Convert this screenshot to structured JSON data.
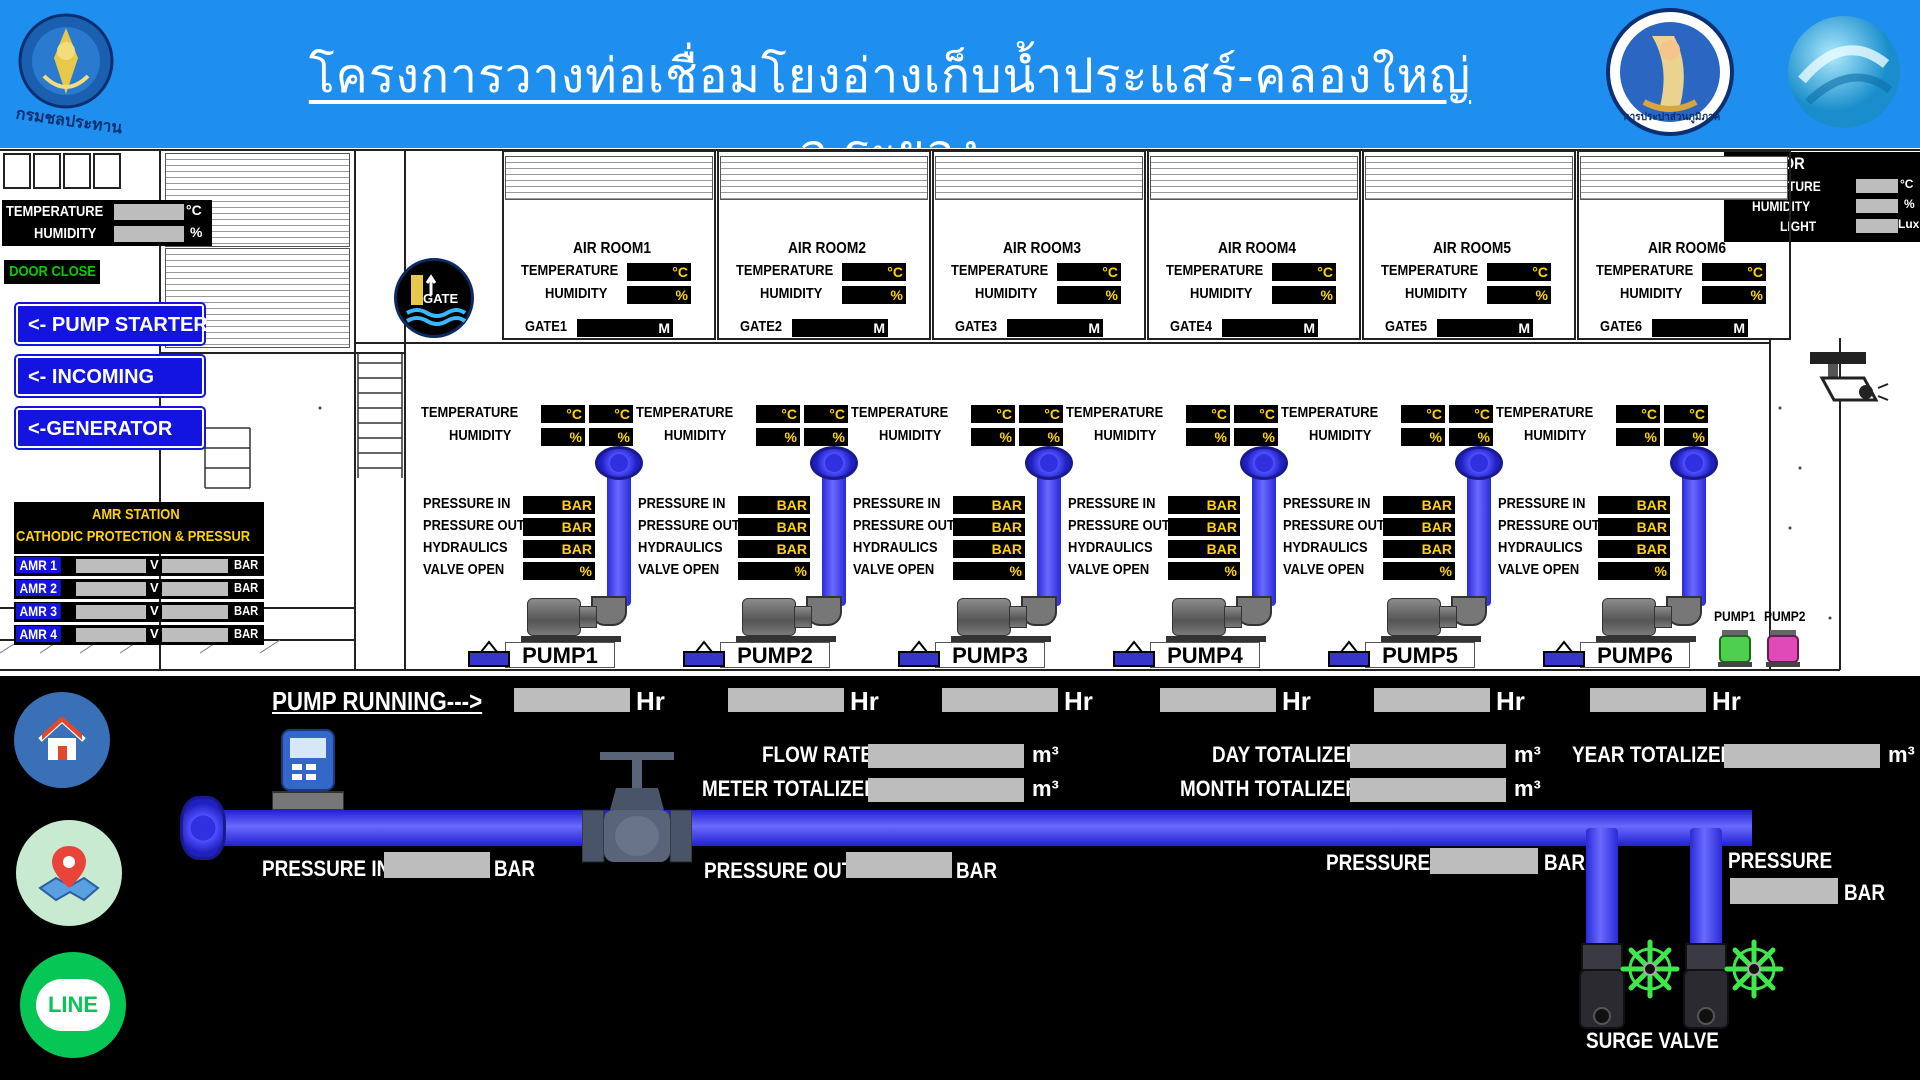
{
  "header": {
    "title": "โครงการวางท่อเชื่อมโยงอ่างเก็บน้ำประแสร์-คลองใหญ่ จ.ระยอง",
    "left_logo_text": "กรมชลประทาน",
    "right_logo_text": "การประปาส่วนภูมิภาค"
  },
  "indoor": {
    "temperature_label": "TEMPERATURE",
    "humidity_label": "HUMIDITY",
    "temp_unit": "°C",
    "hum_unit": "%"
  },
  "door_status": "DOOR CLOSE",
  "nav": {
    "pump_starter": "<- PUMP STARTER",
    "incoming": "<- INCOMING",
    "generator": "<-GENERATOR"
  },
  "gate_icon_label": "GATE",
  "outdoor": {
    "title": "OUTDOOR",
    "temperature_label": "TEMPERATURE",
    "humidity_label": "HUMIDITY",
    "light_label": "LIGHT",
    "temp_unit": "°C",
    "hum_unit": "%",
    "light_unit": "Lux"
  },
  "units": {
    "c": "°C",
    "pct": "%",
    "m": "M",
    "bar": "BAR",
    "v": "V",
    "hr": "Hr",
    "m3": "m³"
  },
  "labels": {
    "temperature": "TEMPERATURE",
    "humidity": "HUMIDITY",
    "pressure_in": "PRESSURE IN",
    "pressure_out": "PRESSURE OUT",
    "hydraulics": "HYDRAULICS",
    "valve_open": "VALVE OPEN"
  },
  "air_rooms": [
    {
      "name": "AIR ROOM1",
      "gate": "GATE1",
      "pump": "PUMP1"
    },
    {
      "name": "AIR ROOM2",
      "gate": "GATE2",
      "pump": "PUMP2"
    },
    {
      "name": "AIR ROOM3",
      "gate": "GATE3",
      "pump": "PUMP3"
    },
    {
      "name": "AIR ROOM4",
      "gate": "GATE4",
      "pump": "PUMP4"
    },
    {
      "name": "AIR ROOM5",
      "gate": "GATE5",
      "pump": "PUMP5"
    },
    {
      "name": "AIR ROOM6",
      "gate": "GATE6",
      "pump": "PUMP6"
    }
  ],
  "amr": {
    "title1": "AMR STATION",
    "title2": "CATHODIC PROTECTION & PRESSUR",
    "rows": [
      {
        "label": "AMR 1"
      },
      {
        "label": "AMR 2"
      },
      {
        "label": "AMR 3"
      },
      {
        "label": "AMR 4"
      }
    ]
  },
  "small_pumps": {
    "p1": "PUMP1",
    "p2": "PUMP2"
  },
  "bottom": {
    "pump_running": "PUMP RUNNING--->",
    "flow_rate": "FLOW RATE",
    "meter_totalizer": "METER TOTALIZER",
    "day_totalizer": "DAY TOTALIZER",
    "month_totalizer": "MONTH TOTALIZER",
    "year_totalizer": "YEAR TOTALIZER",
    "pressure_in": "PRESSURE IN",
    "pressure_out": "PRESSURE OUT",
    "pressure": "PRESSURE",
    "pressure2": "PRESSURE",
    "surge_valve": "SURGE VALVE",
    "line_label": "LINE"
  },
  "colors": {
    "header": "#1f8fef",
    "nav_button": "#1414e0",
    "door_close": "#00c000",
    "amr_label": "#1414e0",
    "pipe": "#3a3aff",
    "value_text": "#ffd400"
  }
}
